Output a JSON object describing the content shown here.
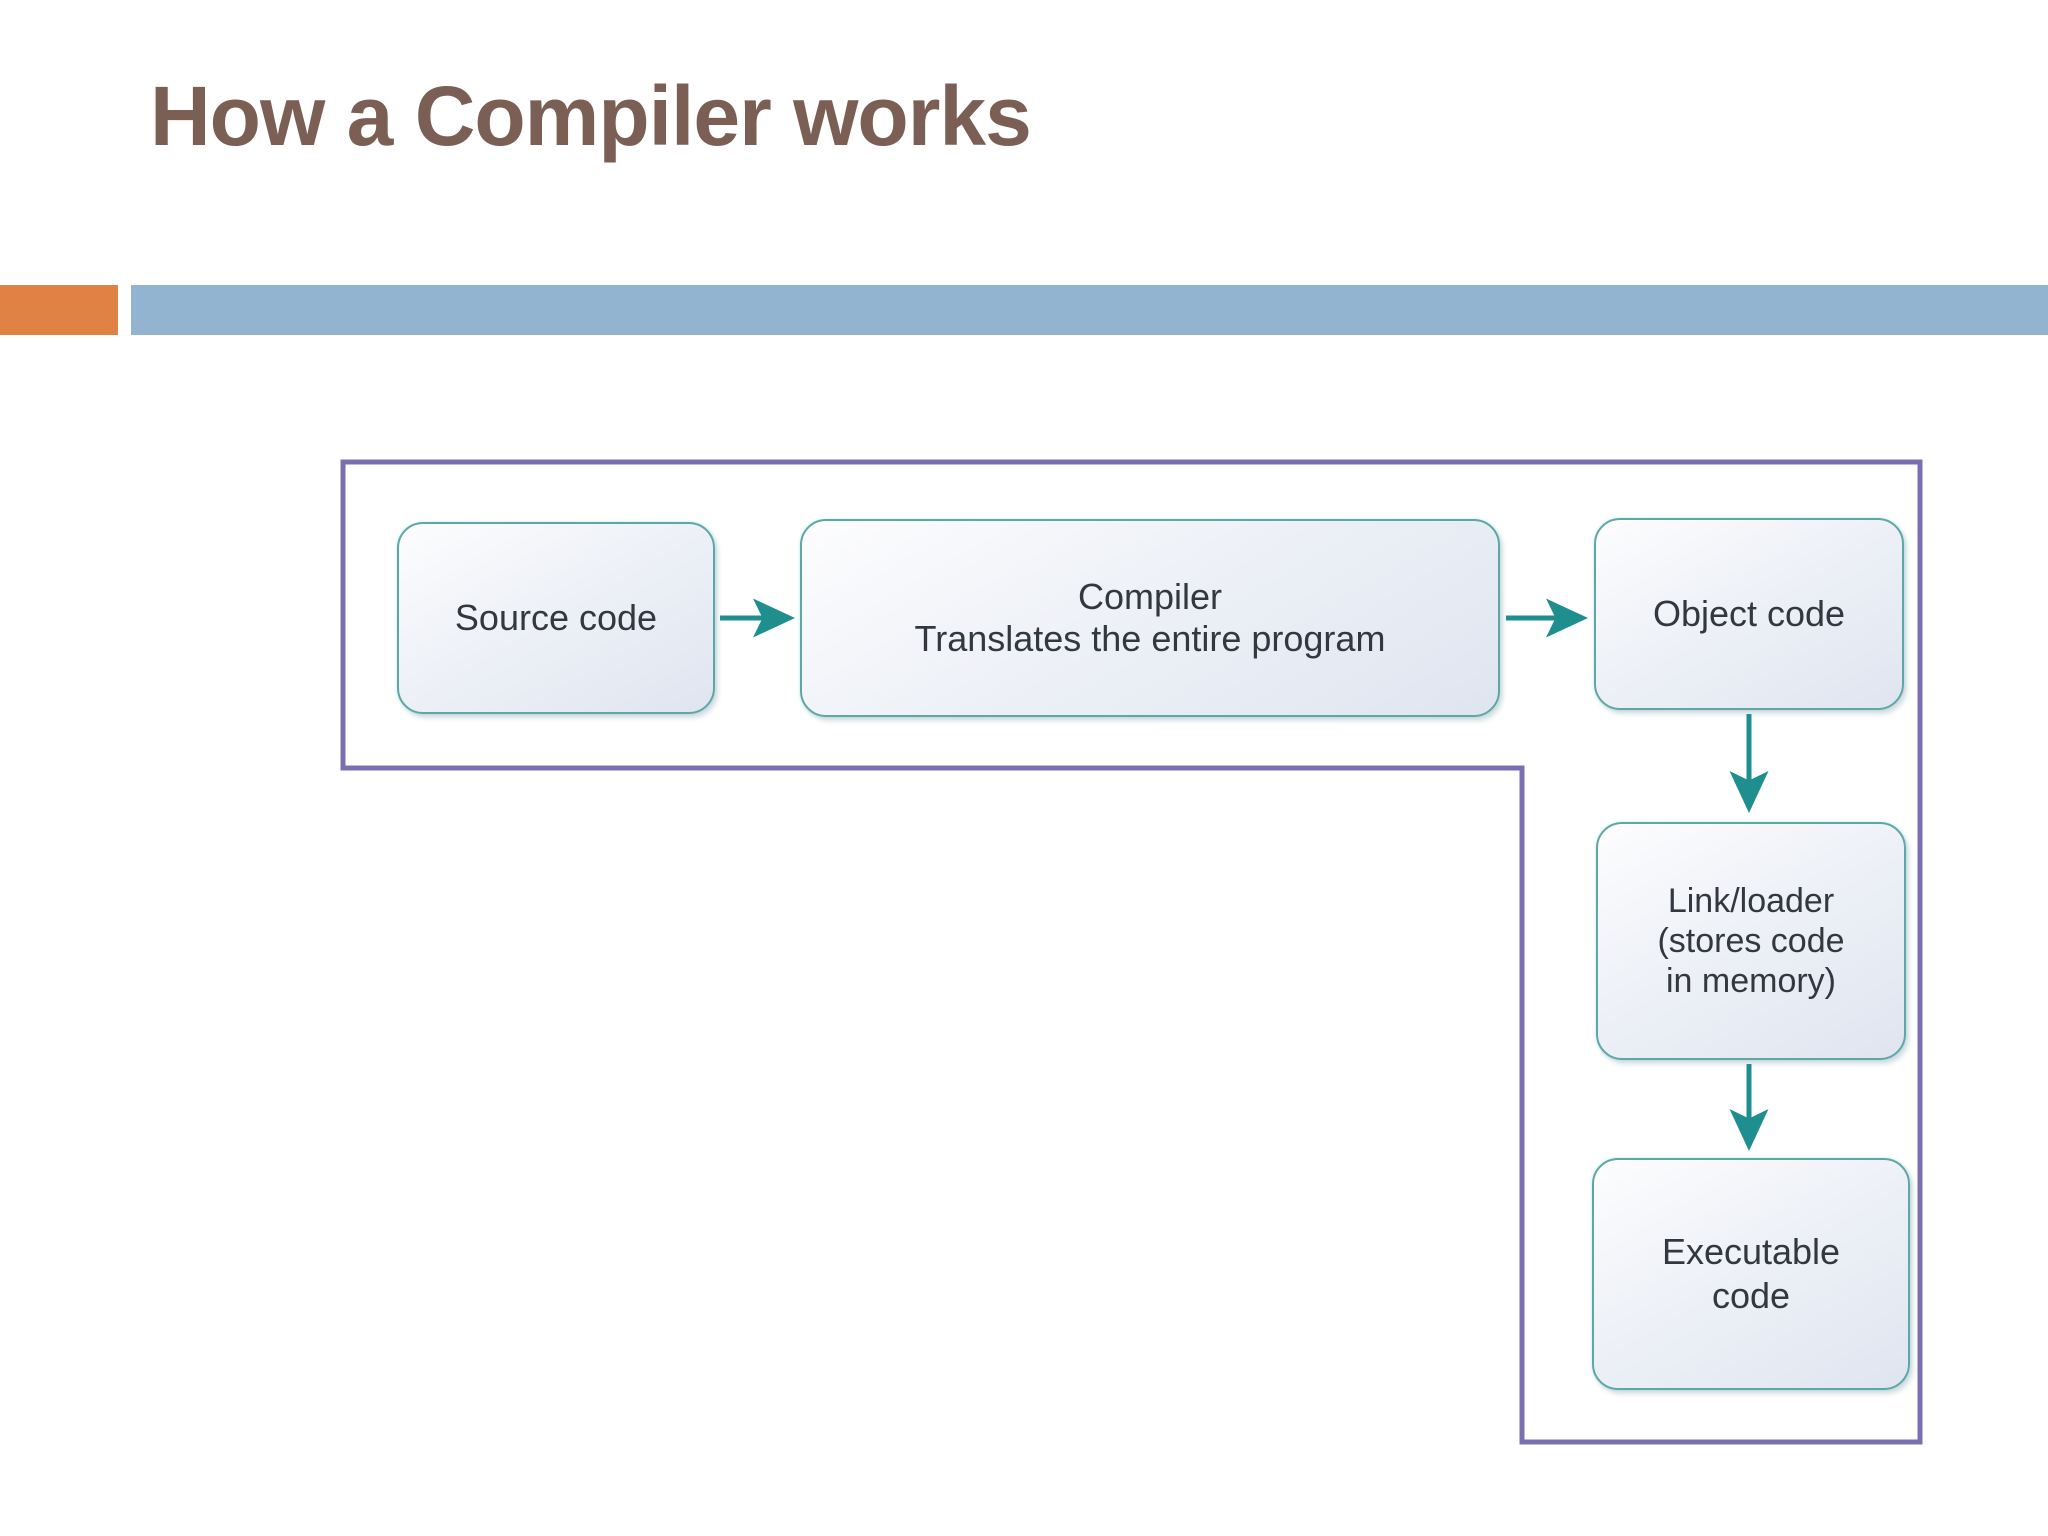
{
  "slide": {
    "title": "How a Compiler works",
    "title_color": "#7B5F54",
    "background_color": "#FFFFFF"
  },
  "accent_rule": {
    "orange_color": "#DF8244",
    "blue_color": "#93B4D0"
  },
  "diagram": {
    "type": "flowchart",
    "outline_color": "#7B6FB0",
    "box_border_color": "#5FA7A4",
    "arrow_color": "#1E8E8E",
    "box_text_color": "#333840",
    "nodes": [
      {
        "id": "source",
        "label": "Source code"
      },
      {
        "id": "compiler",
        "label": "Compiler\nTranslates the entire program"
      },
      {
        "id": "object",
        "label": "Object code"
      },
      {
        "id": "linkloader",
        "label": "Link/loader\n(stores code\nin memory)"
      },
      {
        "id": "executable",
        "label": "Executable\ncode"
      }
    ],
    "edges": [
      {
        "from": "source",
        "to": "compiler",
        "direction": "right"
      },
      {
        "from": "compiler",
        "to": "object",
        "direction": "right"
      },
      {
        "from": "object",
        "to": "linkloader",
        "direction": "down"
      },
      {
        "from": "linkloader",
        "to": "executable",
        "direction": "down"
      }
    ]
  }
}
